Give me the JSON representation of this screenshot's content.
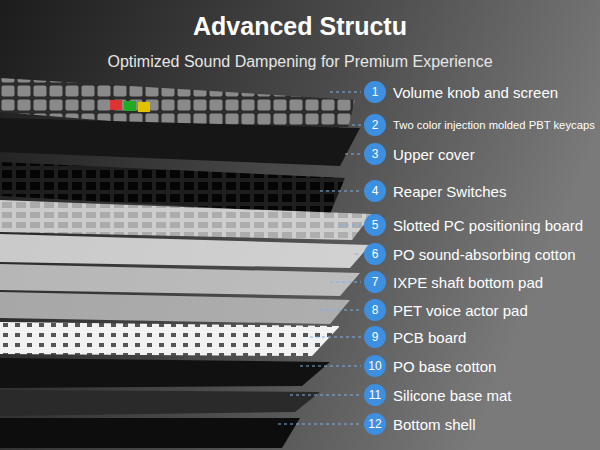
{
  "diagram": {
    "title": "Advanced Structu",
    "nodes": [
      {
        "text": [
          "1",
          "Volume knob and screen"
        ]
      },
      {
        "text": [
          "2",
          "Two color injection molded PBT keycaps"
        ]
      },
      {
        "text": [
          "3",
          "Upper cover"
        ]
      },
      {
        "text": [
          "4",
          "Reaper Switches"
        ]
      },
      {
        "text": [
          "5",
          "Slotted PC positioning board"
        ]
      },
      {
        "text": [
          "6",
          "PO sound-absorbing cotton"
        ]
      },
      {
        "text": [
          "7",
          "IXPE shaft bottom pad"
        ]
      },
      {
        "text": [
          "8",
          "PET voice actor pad"
        ]
      },
      {
        "text": [
          "9",
          "PCB board"
        ]
      },
      {
        "text": [
          "10",
          "PO base cotton"
        ]
      },
      {
        "text": [
          "11",
          "Silicone base mat"
        ]
      },
      {
        "text": [
          "12",
          "Bottom shell"
        ]
      }
    ],
    "labels": [
      "Optimized Sound Dampening for Premium Experience"
    ]
  }
}
